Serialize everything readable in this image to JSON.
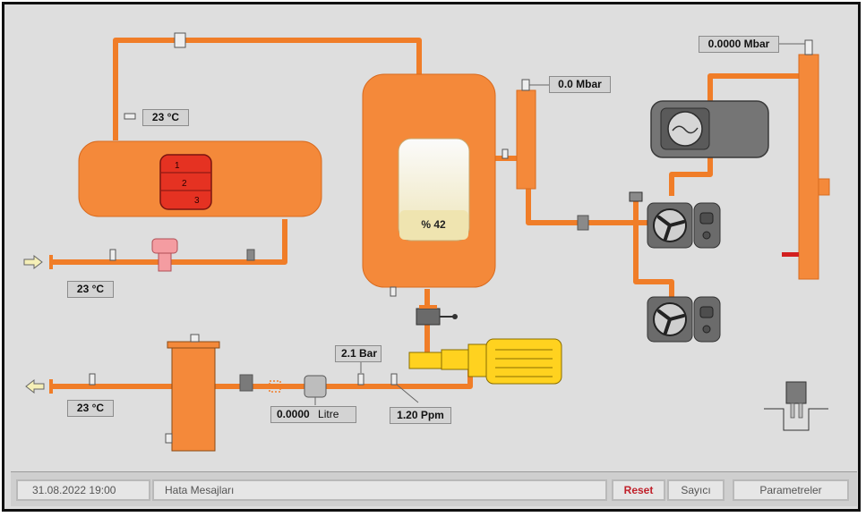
{
  "labels": {
    "temp_top": "23 °C",
    "temp_left": "23 °C",
    "temp_bottom": "23 °C",
    "pressure_tank": "0.0 Mbar",
    "pressure_right": "0.0000 Mbar",
    "pressure_bar": "2.1 Bar",
    "ppm": "1.20 Ppm",
    "flow_value": "0.0000",
    "flow_unit": "Litre"
  },
  "tank": {
    "level_text": "% 42",
    "level_percent": 42
  },
  "heater_zones": [
    "1",
    "2",
    "3"
  ],
  "footer": {
    "datetime": "31.08.2022   19:00",
    "messages_label": "Hata Mesajları",
    "reset_label": "Reset",
    "counter_label": "Sayıcı",
    "params_label": "Parametreler"
  },
  "colors": {
    "pipe": "#f07d28",
    "vessel": "#f4893a",
    "pump_body": "#ffd21f",
    "heater_red": "#e53222",
    "reset_text": "#c0202a"
  },
  "icons": {
    "inlet": "arrow-right-icon",
    "outlet": "arrow-left-icon",
    "fans": "fan-icon"
  }
}
